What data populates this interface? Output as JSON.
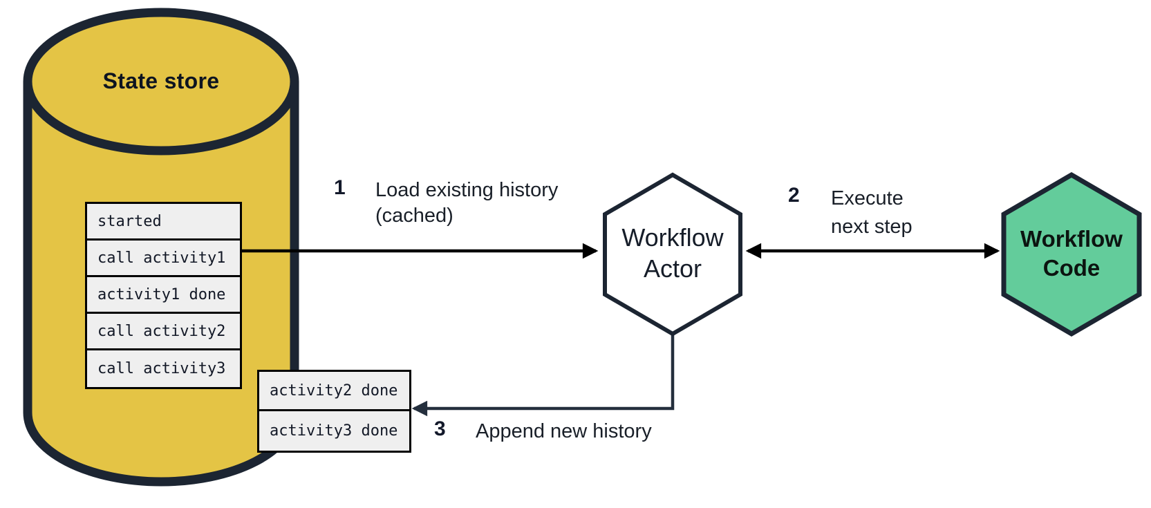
{
  "colors": {
    "store_fill": "#E4C445",
    "outline": "#1C2532",
    "actor_fill": "#FFFFFF",
    "code_fill": "#63CC9B",
    "arrow_black": "#000000",
    "arrow_navy": "#242F3D",
    "row_fill": "#EFEFEF",
    "row_border": "#000000"
  },
  "state_store": {
    "label": "State store",
    "history_rows": [
      "started",
      "call activity1",
      "activity1 done",
      "call activity2",
      "call activity3"
    ]
  },
  "new_history_rows": [
    "activity2 done",
    "activity3 done"
  ],
  "actors": {
    "workflow_actor": {
      "line1": "Workflow",
      "line2": "Actor"
    },
    "workflow_code": {
      "line1": "Workflow",
      "line2": "Code"
    }
  },
  "steps": [
    {
      "number": "1",
      "line1": "Load existing history",
      "line2": "(cached)"
    },
    {
      "number": "2",
      "line1": "Execute",
      "line2": "next step"
    },
    {
      "number": "3",
      "line1": "Append new history",
      "line2": ""
    }
  ]
}
